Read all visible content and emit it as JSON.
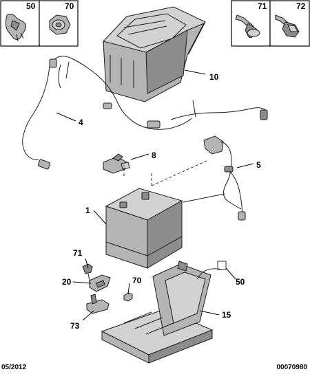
{
  "callouts": {
    "c50_top": "50",
    "c70_top": "70",
    "c71_top": "71",
    "c72_top": "72",
    "c10": "10",
    "c4": "4",
    "c8": "8",
    "c5": "5",
    "c1": "1",
    "c71": "71",
    "c20": "20",
    "c70": "70",
    "c50": "50",
    "c73": "73",
    "c15": "15"
  },
  "footer": {
    "date": "05/2012",
    "reference": "00070980"
  }
}
